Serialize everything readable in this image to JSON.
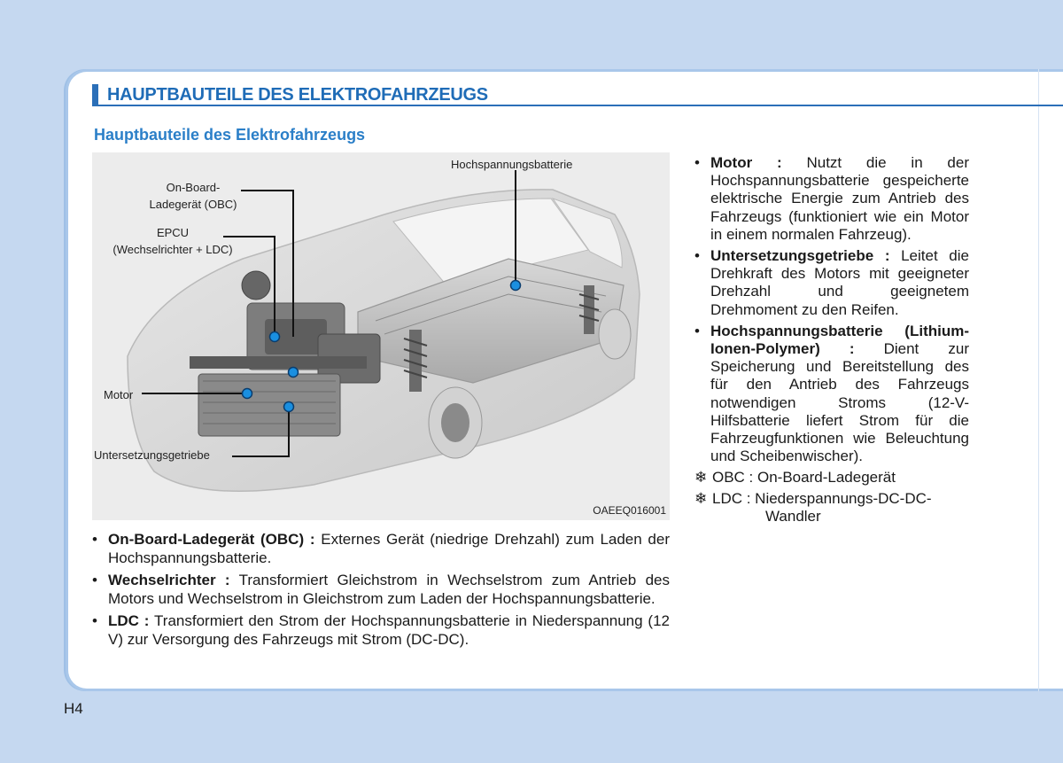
{
  "section_title": "HAUPTBAUTEILE DES ELEKTROFAHRZEUGS",
  "subsection_title": "Hauptbauteile des Elektrofahrzeugs",
  "figure": {
    "labels": {
      "battery": "Hochspannungsbatterie",
      "obc_line1": "On-Board-",
      "obc_line2": "Ladegerät (OBC)",
      "epcu_line1": "EPCU",
      "epcu_line2": "(Wechselrichter + LDC)",
      "motor": "Motor",
      "reduction_gear": "Untersetzungsgetriebe"
    },
    "code": "OAEEQ016001",
    "marker_color": "#1a8fe0"
  },
  "left_bullets": [
    {
      "term": "On-Board-Ladegerät (OBC) :",
      "text": " Externes Gerät (niedrige Drehzahl) zum Laden der Hochspannungsbatterie."
    },
    {
      "term": "Wechselrichter :",
      "text": " Transformiert Gleichstrom in Wechselstrom zum Antrieb des Motors und Wechselstrom in Gleichstrom zum Laden der Hochspannungsbatterie."
    },
    {
      "term": "LDC :",
      "text": " Transformiert den Strom der Hochspannungsbatterie in Niederspannung (12 V) zur Versorgung des Fahrzeugs mit Strom (DC-DC)."
    }
  ],
  "right_bullets": [
    {
      "term": "Motor :",
      "text": " Nutzt die in der Hochspannungsbatterie gespeicherte elektrische Energie zum Antrieb des Fahrzeugs (funktioniert wie ein Motor in einem normalen Fahrzeug)."
    },
    {
      "term": "Untersetzungsgetriebe :",
      "text": " Leitet die Drehkraft des Motors mit geeigneter Drehzahl und geeignetem Drehmoment zu den Reifen."
    },
    {
      "term": "Hochspannungsbatterie (Lithium-Ionen-Polymer) :",
      "text": " Dient zur Speicherung und Bereitstellung des für den Antrieb des Fahrzeugs notwendigen Stroms (12-V-Hilfsbatterie liefert Strom für die Fahrzeugfunktionen wie Beleuchtung und Scheibenwischer)."
    }
  ],
  "notes": {
    "symbol": "❄",
    "obc": "OBC : On-Board-Ladegerät",
    "ldc_line1": "LDC : Niederspannungs-DC-DC-",
    "ldc_line2": "Wandler"
  },
  "bullet_symbol": "•",
  "page_number": "H4",
  "colors": {
    "accent": "#2b6fb8",
    "subtitle": "#2b7fc8",
    "background": "#c5d8f0"
  }
}
